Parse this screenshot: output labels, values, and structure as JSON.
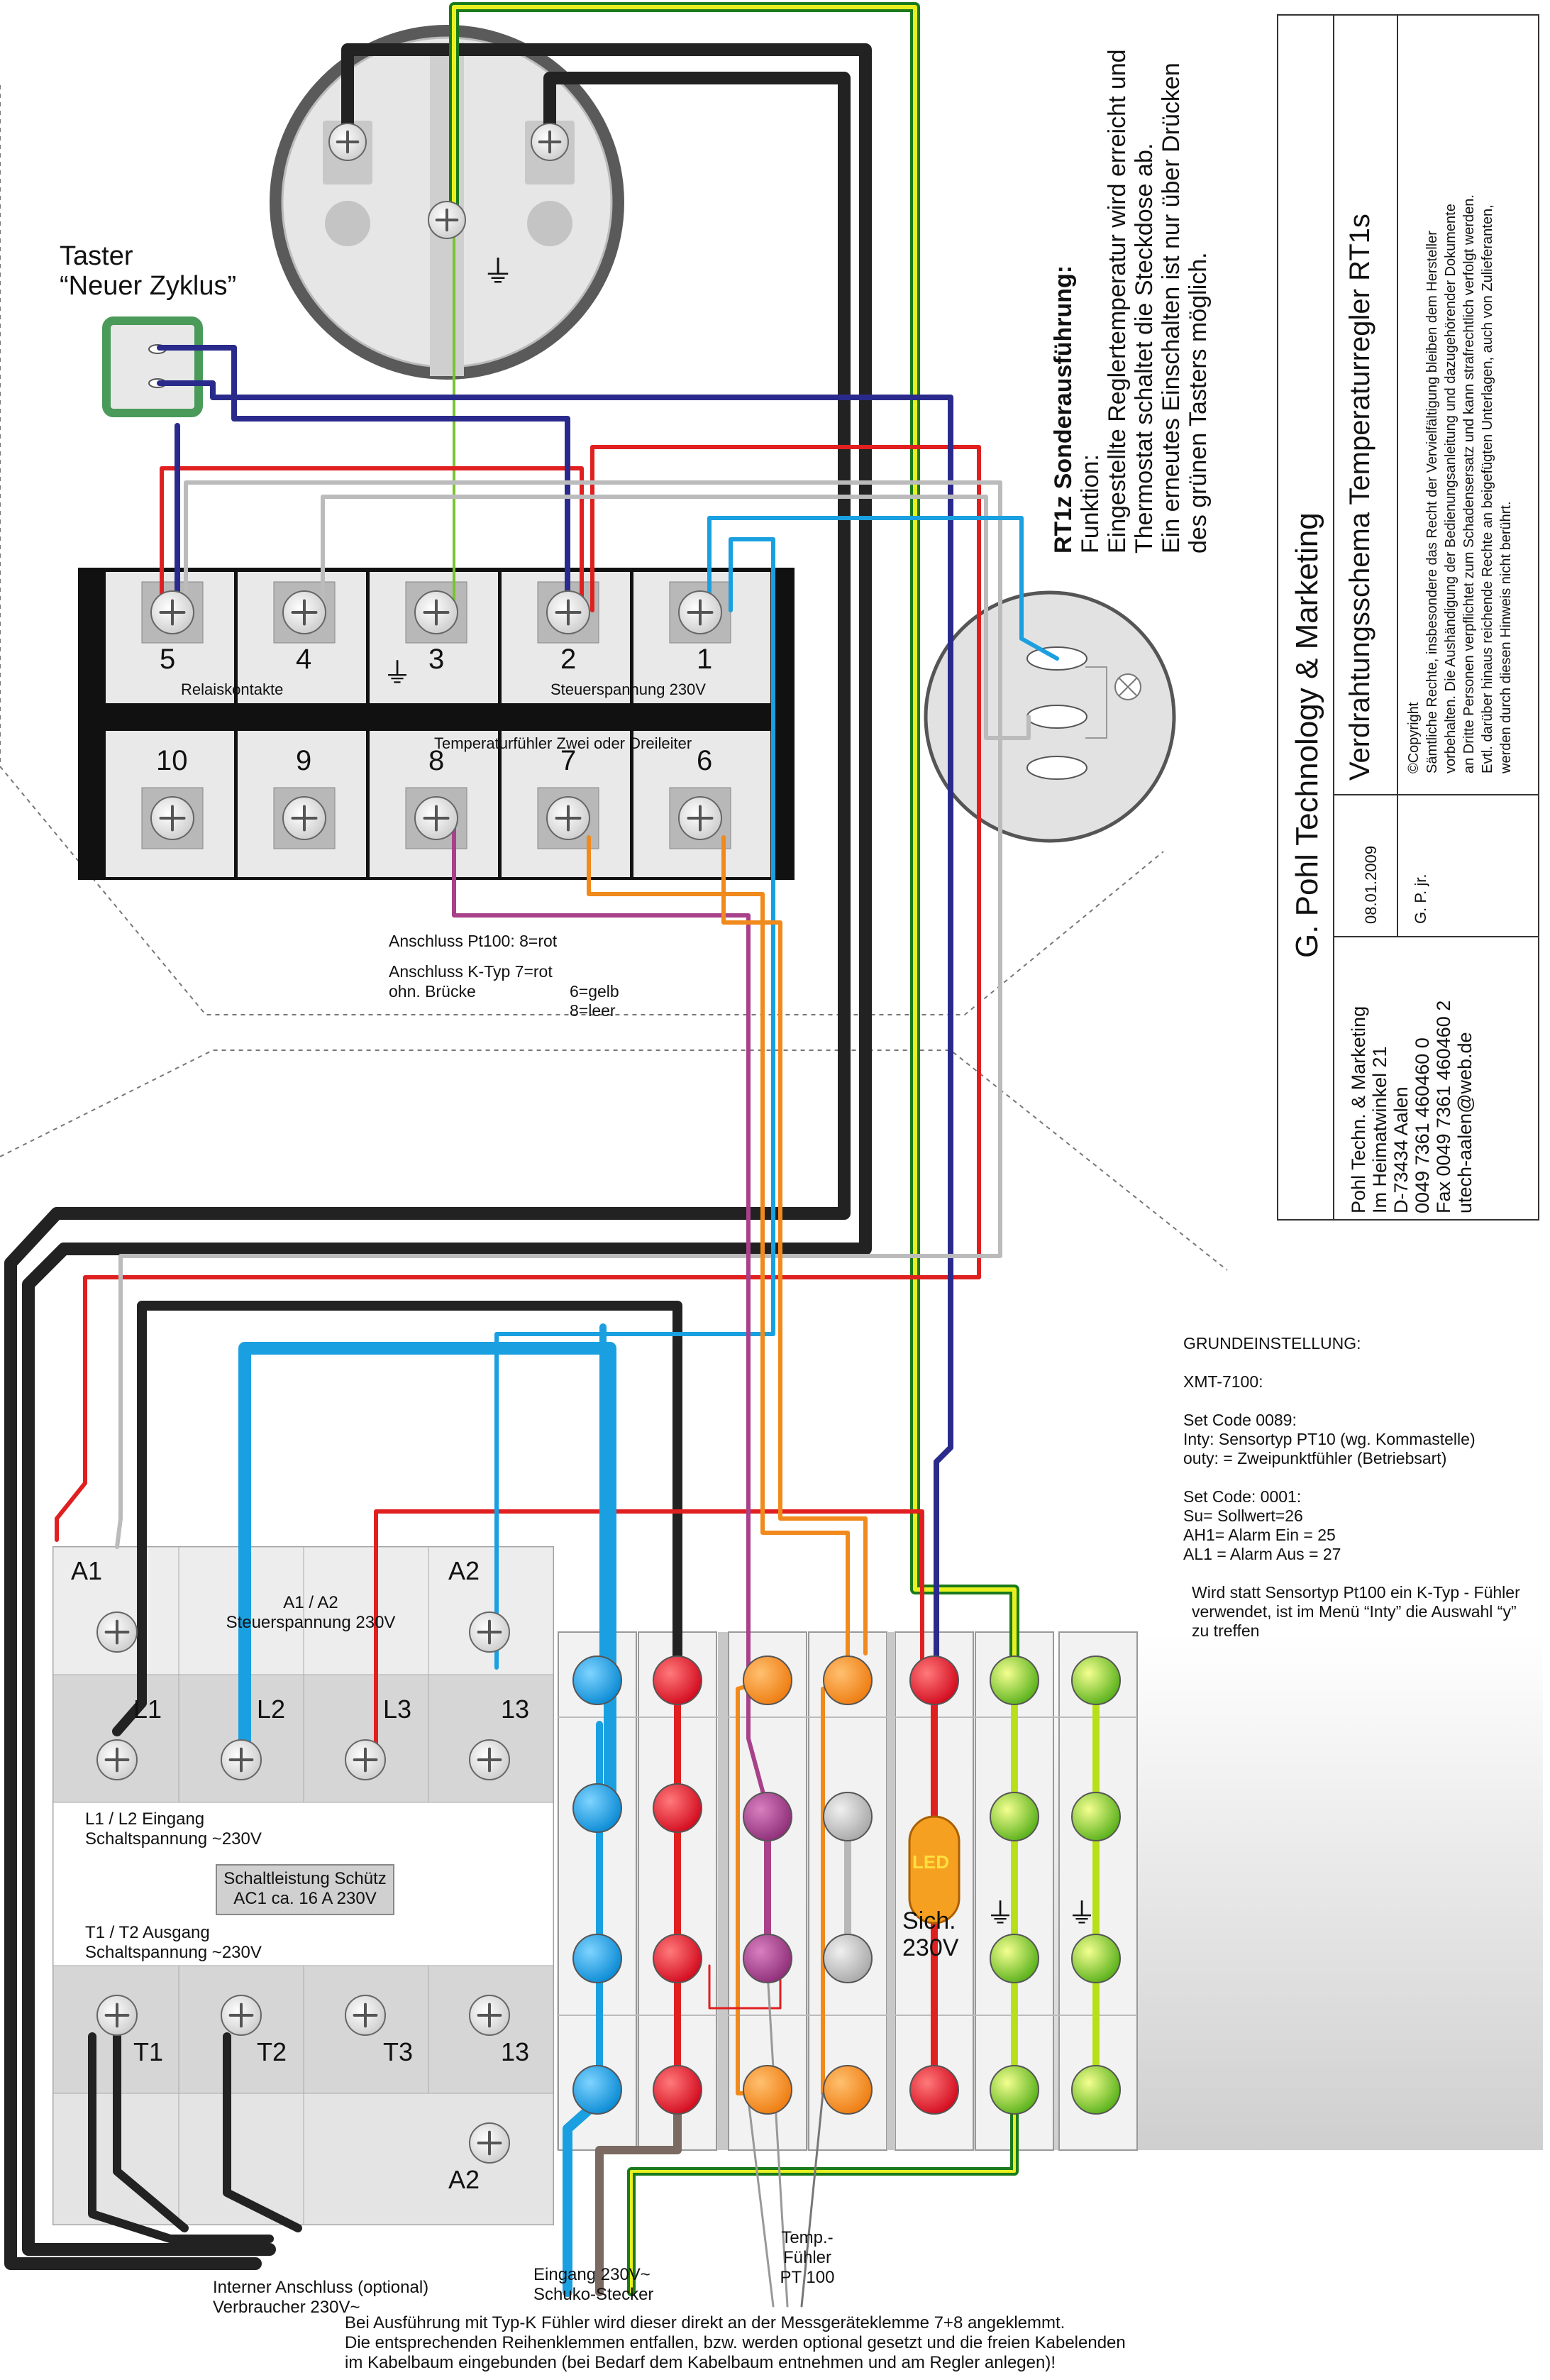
{
  "button": {
    "line1": "Taster",
    "line2": "“Neuer Zyklus”"
  },
  "controller_terminals": {
    "top_numbers": [
      "5",
      "4",
      "3",
      "2",
      "1"
    ],
    "bottom_numbers": [
      "10",
      "9",
      "8",
      "7",
      "6"
    ],
    "label_relay": "Relaiskontakte",
    "label_control": "Steuerspannung 230V",
    "label_sensor": "Temperaturfühler Zwei oder Dreileiter",
    "earth_symbol": "⏚"
  },
  "sensor_notes": {
    "pt100": "Anschluss Pt100: 8=rot",
    "ktype_1": "Anschluss K-Typ 7=rot",
    "ktype_2": "ohn. Brücke",
    "ktype_3": "6=gelb",
    "ktype_4": "8=leer"
  },
  "rt1z": {
    "heading": "RT1z Sonderausführung:",
    "line1": "Funktion:",
    "line2": "Eingestellte Reglertemperatur wird erreicht und",
    "line3": "Thermostat schaltet die Steckdose ab.",
    "line4": "Ein erneutes Einschalten ist nur über Drücken",
    "line5": "des grünen Tasters möglich."
  },
  "titleblock": {
    "company": "G. Pohl Technology & Marketing",
    "title": "Verdrahtungsschema Temperaturregler RT1s",
    "date": "08.01.2009",
    "author": "G. P. jr.",
    "copyright_head": "©Copyright",
    "copyright_1": "Sämtliche Rechte, insbesondere das Recht  der Vervielfältigung bleiben dem Hersteller",
    "copyright_2": "vorbehalten. Die Aushändigung der Bedienungsanleitung und dazugehörender Dokumente",
    "copyright_3": "an Dritte Personen verpflichtet zum Schadensersatz und kann strafrechtlich verfolgt werden.",
    "copyright_4": "Evtl. darüber hinaus reichende Rechte an beigefügten Unterlagen, auch von Zulieferanten,",
    "copyright_5": "werden durch diesen Hinweis nicht berührt.",
    "addr_1": "Pohl Techn. & Marketing",
    "addr_2": "Im Heimatwinkel 21",
    "addr_3": "D-73434 Aalen",
    "addr_4": "0049 7361 460460 0",
    "addr_5": "Fax 0049 7361 460460 2",
    "addr_6": "utech-aalen@web.de"
  },
  "settings": {
    "heading": "GRUNDEINSTELLUNG:",
    "device": "XMT-7100:",
    "code1": "Set Code 0089:",
    "inty": "Inty: Sensortyp PT10 (wg. Kommastelle)",
    "outy": "outy: = Zweipunktfühler (Betriebsart)",
    "code2": "Set Code: 0001:",
    "su": "Su= Sollwert=26",
    "ah1": "AH1= Alarm Ein = 25",
    "al1": "AL1 = Alarm Aus = 27",
    "note1": "Wird statt Sensortyp Pt100 ein K-Typ - Fühler",
    "note2": "verwendet, ist im Menü “Inty” die Auswahl “y”",
    "note3": "zu treffen"
  },
  "contactor": {
    "a1": "A1",
    "a2": "A2",
    "a2_bottom": "A2",
    "l1": "L1",
    "l2": "L2",
    "l3": "L3",
    "t1": "T1",
    "t2": "T2",
    "t3": "T3",
    "n13_top": "13",
    "n13_bottom": "13",
    "control_1": "A1 / A2",
    "control_2": "Steuerspannung 230V",
    "input_1": "L1 / L2 Eingang",
    "input_2": "Schaltspannung ~230V",
    "rating_1": "Schaltleistung Schütz",
    "rating_2": "AC1 ca. 16 A  230V",
    "output_1": "T1 / T2 Ausgang",
    "output_2": "Schaltspannung ~230V"
  },
  "terminal_block": {
    "led": "LED",
    "fuse_1": "Sich.",
    "fuse_2": "230V"
  },
  "bottom_labels": {
    "sensor_1": "Temp.-Fühler",
    "sensor_2": "PT 100",
    "input_1": "Eingang 230V~",
    "input_2": "Schuko-Stecker",
    "internal_1": "Interner Anschluss (optional)",
    "internal_2": "Verbraucher 230V~",
    "footer_1": "Bei Ausführung mit Typ-K Fühler wird dieser direkt an der Messgeräteklemme 7+8 angeklemmt.",
    "footer_2": "Die entsprechenden Reihenklemmen entfallen, bzw. werden optional gesetzt und die freien Kabelenden",
    "footer_3": "im Kabelbaum eingebunden (bei Bedarf dem Kabelbaum entnehmen und am Regler anlegen)!"
  },
  "colors": {
    "black": "#222222",
    "red": "#e02020",
    "blue": "#1aa0e0",
    "darkblue": "#2a2a8c",
    "grey": "#b0b0b0",
    "orange": "#f08a1c",
    "purple": "#a8408a",
    "green": "#2e9a2e",
    "yellowgreen": "#bde01c",
    "brown": "#7a6a62",
    "teal": "#4a9a6a"
  }
}
